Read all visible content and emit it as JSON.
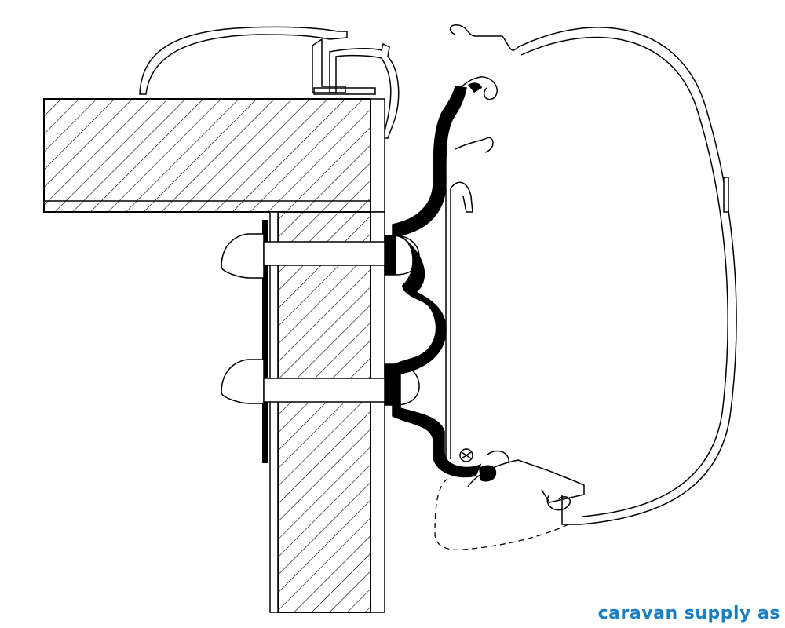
{
  "watermark": {
    "text": "caravan supply as"
  },
  "colors": {
    "line": "#000000",
    "paper": "#ffffff",
    "watermark": "#1a7fc1"
  },
  "parts": [
    "roof-panel",
    "wall-panel",
    "roof-edge-profile",
    "adapter-rail",
    "bolt-upper",
    "bolt-lower",
    "backing-plate",
    "awning-cassette",
    "awning-fixing-clip"
  ]
}
